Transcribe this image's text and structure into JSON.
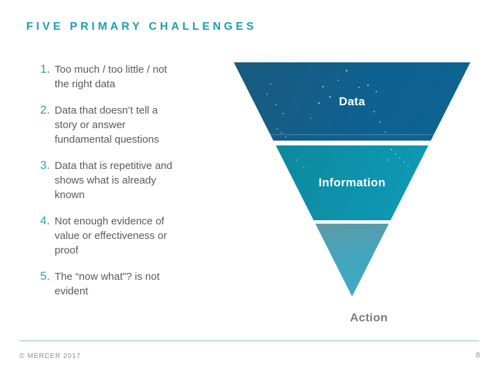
{
  "slide": {
    "title": "FIVE PRIMARY CHALLENGES",
    "challenges": [
      {
        "num": "1.",
        "lines": [
          "Too much / too little / not",
          "the right data",
          ""
        ]
      },
      {
        "num": "2.",
        "lines": [
          "Data that doesn’t tell a",
          "story or answer",
          "fundamental questions"
        ]
      },
      {
        "num": "3.",
        "lines": [
          "Data that is repetitive and",
          "shows what is already",
          "known"
        ]
      },
      {
        "num": "4.",
        "lines": [
          "Not enough evidence of",
          "value or effectiveness or",
          "proof"
        ]
      },
      {
        "num": "5.",
        "lines": [
          "The “now what”? is not",
          "evident",
          ""
        ]
      }
    ],
    "funnel": {
      "levels": [
        {
          "label": "Data",
          "color": "#0f6190"
        },
        {
          "label": "Information",
          "color": "#0d95af"
        },
        {
          "label": "",
          "color": "#3fa9c3"
        }
      ],
      "bottom_label": "Action"
    },
    "footer": {
      "copyright": "© MERCER 2017",
      "page_number": "8"
    },
    "accent_colors": {
      "title_teal": "#199db5",
      "number_teal": "#2ba1b0",
      "body_gray": "#595a5c",
      "footer_gray": "#8d9091",
      "divider_blue": "#bedbe1"
    }
  }
}
